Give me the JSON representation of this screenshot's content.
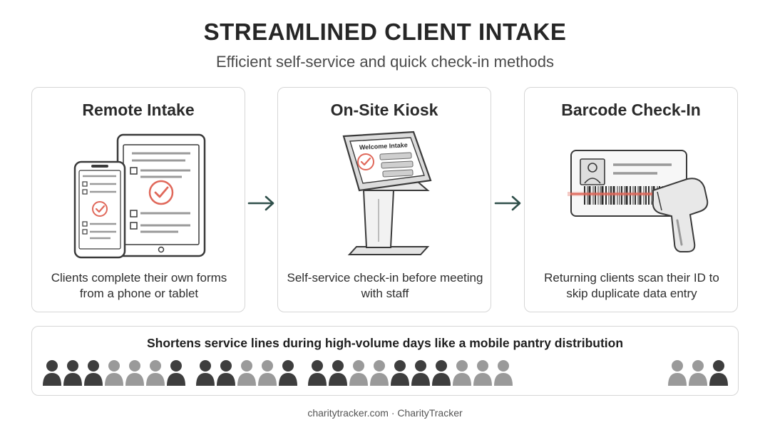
{
  "header": {
    "title": "STREAMLINED CLIENT INTAKE",
    "subtitle": "Efficient self-service and quick check-in methods"
  },
  "cards": [
    {
      "title": "Remote Intake",
      "description": "Clients complete their own forms from a phone or tablet",
      "icon": "phone-tablet-form-icon"
    },
    {
      "title": "On-Site Kiosk",
      "screen_text": "Welcome Intake",
      "description": "Self-service check-in before meeting with staff",
      "icon": "kiosk-icon"
    },
    {
      "title": "Barcode Check-In",
      "description": "Returning clients scan their ID to skip duplicate data entry",
      "icon": "barcode-scanner-icon"
    }
  ],
  "banner": {
    "text": "Shortens service lines during high-volume days like a mobile pantry distribution"
  },
  "footer": {
    "text": "charitytracker.com · CharityTracker"
  },
  "colors": {
    "accent": "#e0685a",
    "arrow": "#2f4f4a",
    "person_dark": "#3e3e3e",
    "person_light": "#9a9a9a",
    "outline": "#3a3a3a"
  }
}
